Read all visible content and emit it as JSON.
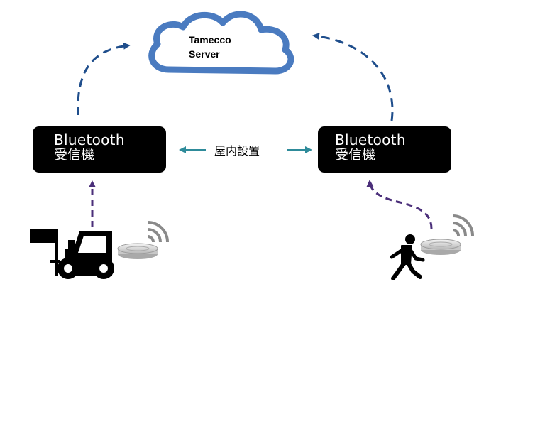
{
  "server": {
    "line1": "Tamecco",
    "line2": "Server"
  },
  "receivers": [
    {
      "line1": "Bluetooth",
      "line2": "受信機"
    },
    {
      "line1": "Bluetooth",
      "line2": "受信機"
    }
  ],
  "link_label": "屋内設置",
  "colors": {
    "cloud_stroke": "#4a7bc0",
    "upload_arrow": "#1f4e8c",
    "beacon_arrow": "#4b2f7a",
    "link_arrow": "#2e8b9a",
    "receiver_fill": "#000000"
  },
  "icons": {
    "cloud": "cloud-icon",
    "forklift": "forklift-icon",
    "pedestrian": "pedestrian-icon",
    "beacon": "beacon-icon",
    "signal": "signal-waves-icon"
  }
}
